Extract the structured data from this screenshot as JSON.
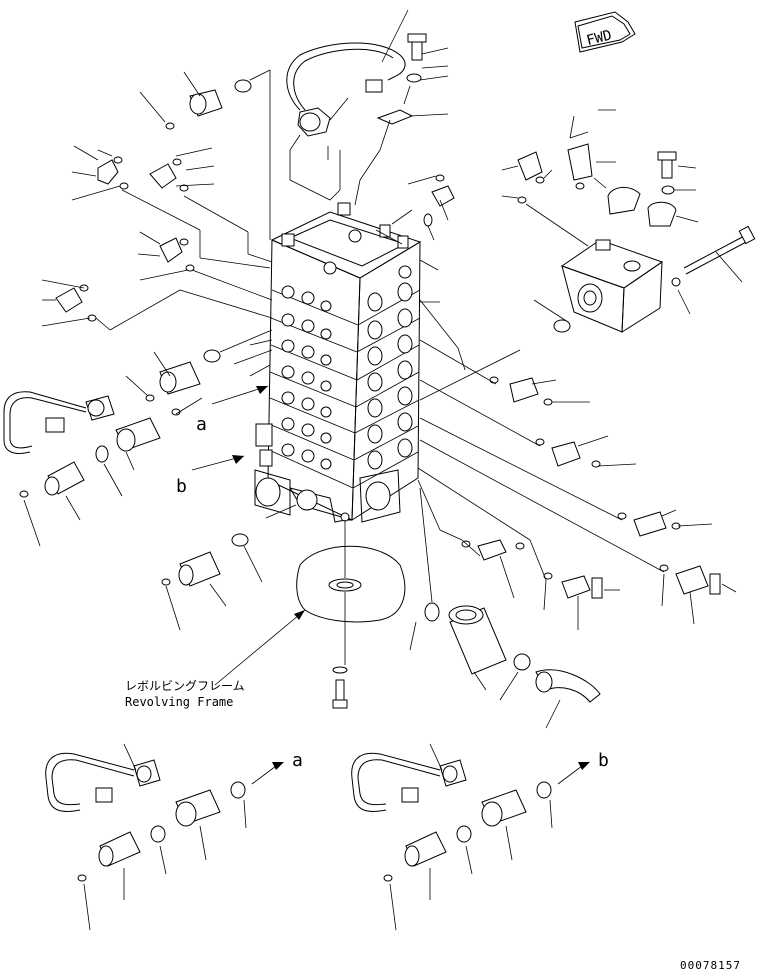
{
  "direction_arrow": {
    "label": "FWD"
  },
  "frame": {
    "label_jp": "レボルビングフレーム",
    "label_en": "Revolving Frame"
  },
  "view_markers": {
    "a": "a",
    "b": "b"
  },
  "detail_views": [
    {
      "key": "a",
      "label": "a"
    },
    {
      "key": "b",
      "label": "b"
    }
  ],
  "drawing_number": "00078157"
}
